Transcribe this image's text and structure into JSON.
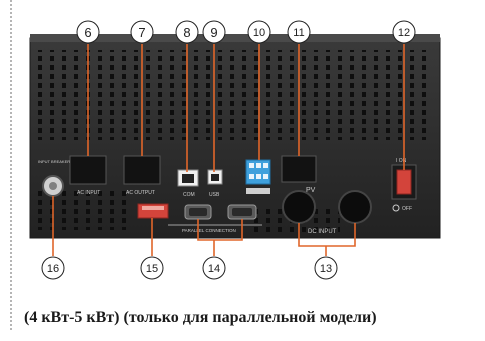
{
  "caption": "(4 кВт-5 кВт) (только для параллельной модели)",
  "callouts": [
    "6",
    "7",
    "8",
    "9",
    "10",
    "11",
    "12",
    "13",
    "14",
    "15",
    "16"
  ],
  "panel_labels": {
    "ac_input": "AC INPUT",
    "ac_output": "AC OUTPUT",
    "com": "COM",
    "usb": "USB",
    "pv": "PV",
    "dc_input": "DC INPUT",
    "parallel_connection": "PARALLEL CONNECTION",
    "switch_on": "I ON",
    "switch_off": "OFF",
    "input_breaker": "INPUT BREAKER"
  },
  "colors": {
    "leader": "#e0662a",
    "panel": "#2b2b2b",
    "switch": "#d3443b",
    "terminal": "#3fa0dc"
  }
}
